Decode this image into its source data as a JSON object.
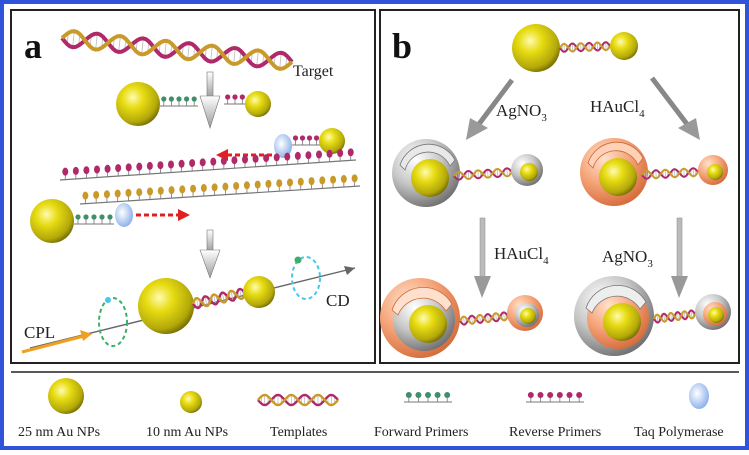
{
  "colors": {
    "frame_blue": "#2f53d9",
    "panel_border": "#222222",
    "gold": "#d9cc10",
    "gold_dark": "#8e8506",
    "dna_a": "#b02a6a",
    "dna_b": "#c99a2a",
    "forward_green": "#3f8f6a",
    "silver": "#a9a9a9",
    "orange_shell": "#f39a6a",
    "arrow_red": "#e02020",
    "cpl_orange": "#f0a020",
    "polymerase": "#8fb8ee"
  },
  "panel_a": {
    "label": "a",
    "target_label": "Target",
    "cpl_label": "CPL",
    "cd_label": "CD"
  },
  "panel_b": {
    "label": "b",
    "agno3_label": "AgNO",
    "agno3_sub": "3",
    "haucl_label": "HAuCl",
    "haucl_sub": "4"
  },
  "legend": {
    "items": [
      {
        "label": "25 nm Au NPs",
        "icon": "large-au-np-icon"
      },
      {
        "label": "10 nm Au NPs",
        "icon": "small-au-np-icon"
      },
      {
        "label": "Templates",
        "icon": "template-dna-icon"
      },
      {
        "label": "Forward  Primers",
        "icon": "forward-primer-icon"
      },
      {
        "label": "Reverse Primers",
        "icon": "reverse-primer-icon"
      },
      {
        "label": "Taq  Polymerase",
        "icon": "taq-polymerase-icon"
      }
    ]
  }
}
